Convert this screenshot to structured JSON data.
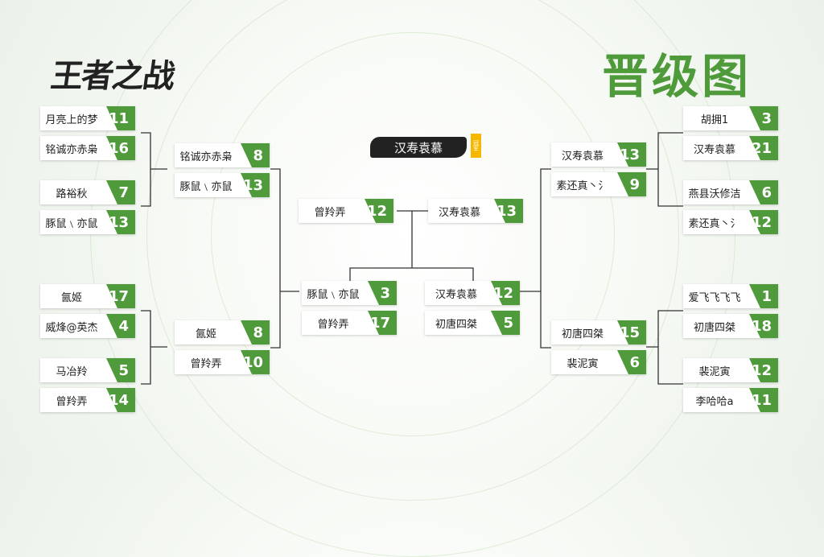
{
  "logo_text": "王者之战",
  "page_title": "晋级图",
  "champion": {
    "name": "汉寿袁慕",
    "badge": "冠军"
  },
  "colors": {
    "accent": "#4f9a3a",
    "champion_bg": "#222222",
    "badge": "#f6b700"
  },
  "left": {
    "round1": [
      {
        "name": "月亮上的梦",
        "score": "11"
      },
      {
        "name": "铭诚亦赤枭",
        "score": "16"
      },
      {
        "name": "路裕秋",
        "score": "7"
      },
      {
        "name": "豚鼠﹨亦鼠",
        "score": "13"
      },
      {
        "name": "氤姬",
        "score": "17"
      },
      {
        "name": "威烽@英杰",
        "score": "4"
      },
      {
        "name": "马冶羚",
        "score": "5"
      },
      {
        "name": "曾羚弄",
        "score": "14"
      }
    ],
    "round2": [
      {
        "name": "铭诚亦赤枭",
        "score": "8"
      },
      {
        "name": "豚鼠﹨亦鼠",
        "score": "13"
      },
      {
        "name": "氤姬",
        "score": "8"
      },
      {
        "name": "曾羚弄",
        "score": "10"
      }
    ],
    "round3": [
      {
        "name": "豚鼠﹨亦鼠",
        "score": "3"
      },
      {
        "name": "曾羚弄",
        "score": "17"
      }
    ]
  },
  "right": {
    "round1": [
      {
        "name": "胡拥1",
        "score": "3"
      },
      {
        "name": "汉寿袁慕",
        "score": "21"
      },
      {
        "name": "燕县沃修洁",
        "score": "6"
      },
      {
        "name": "素还真丶氵",
        "score": "12"
      },
      {
        "name": "爱飞飞飞飞",
        "score": "1"
      },
      {
        "name": "初唐四桀",
        "score": "18"
      },
      {
        "name": "裴泥寅",
        "score": "12"
      },
      {
        "name": "李哈哈a",
        "score": "11"
      }
    ],
    "round2": [
      {
        "name": "汉寿袁慕",
        "score": "13"
      },
      {
        "name": "素还真丶氵",
        "score": "9"
      },
      {
        "name": "初唐四桀",
        "score": "15"
      },
      {
        "name": "裴泥寅",
        "score": "6"
      }
    ],
    "round3": [
      {
        "name": "汉寿袁慕",
        "score": "12"
      },
      {
        "name": "初唐四桀",
        "score": "5"
      }
    ]
  },
  "final": [
    {
      "name": "曾羚弄",
      "score": "12"
    },
    {
      "name": "汉寿袁慕",
      "score": "13"
    }
  ]
}
